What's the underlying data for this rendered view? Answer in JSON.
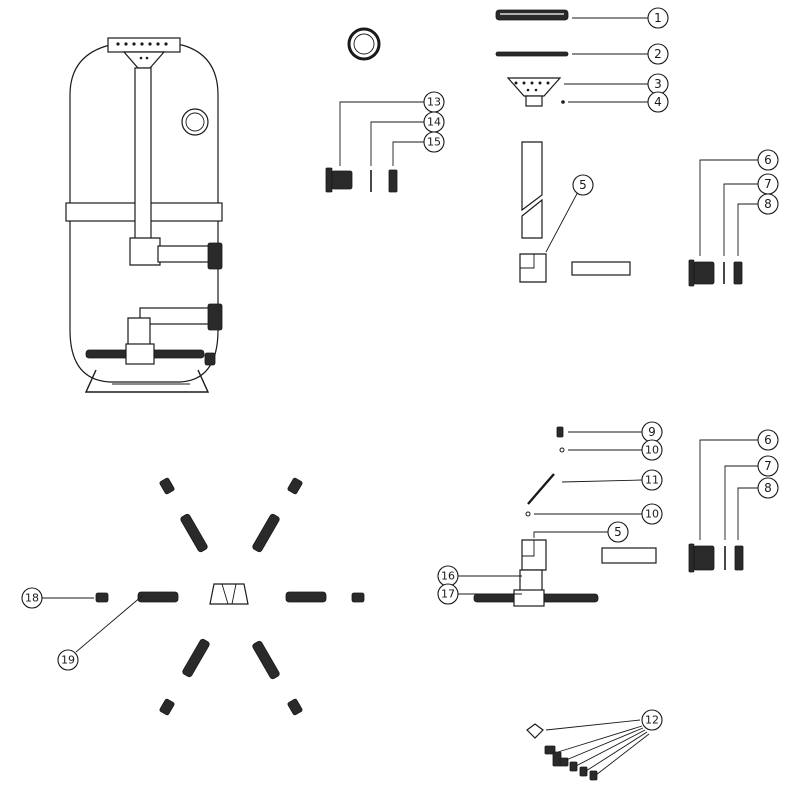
{
  "diagram": {
    "type": "exploded-parts-diagram",
    "line_color": "#1a1a1a",
    "background_color": "#ffffff",
    "callouts": [
      {
        "id": "c1",
        "label": "1"
      },
      {
        "id": "c2",
        "label": "2"
      },
      {
        "id": "c3",
        "label": "3"
      },
      {
        "id": "c4",
        "label": "4"
      },
      {
        "id": "c5a",
        "label": "5"
      },
      {
        "id": "c6a",
        "label": "6"
      },
      {
        "id": "c7a",
        "label": "7"
      },
      {
        "id": "c8a",
        "label": "8"
      },
      {
        "id": "c9",
        "label": "9"
      },
      {
        "id": "c10a",
        "label": "10"
      },
      {
        "id": "c11",
        "label": "11"
      },
      {
        "id": "c10b",
        "label": "10"
      },
      {
        "id": "c5b",
        "label": "5"
      },
      {
        "id": "c6b",
        "label": "6"
      },
      {
        "id": "c7b",
        "label": "7"
      },
      {
        "id": "c8b",
        "label": "8"
      },
      {
        "id": "c12",
        "label": "12"
      },
      {
        "id": "c13",
        "label": "13"
      },
      {
        "id": "c14",
        "label": "14"
      },
      {
        "id": "c15",
        "label": "15"
      },
      {
        "id": "c16",
        "label": "16"
      },
      {
        "id": "c17",
        "label": "17"
      },
      {
        "id": "c18",
        "label": "18"
      },
      {
        "id": "c19",
        "label": "19"
      }
    ]
  }
}
